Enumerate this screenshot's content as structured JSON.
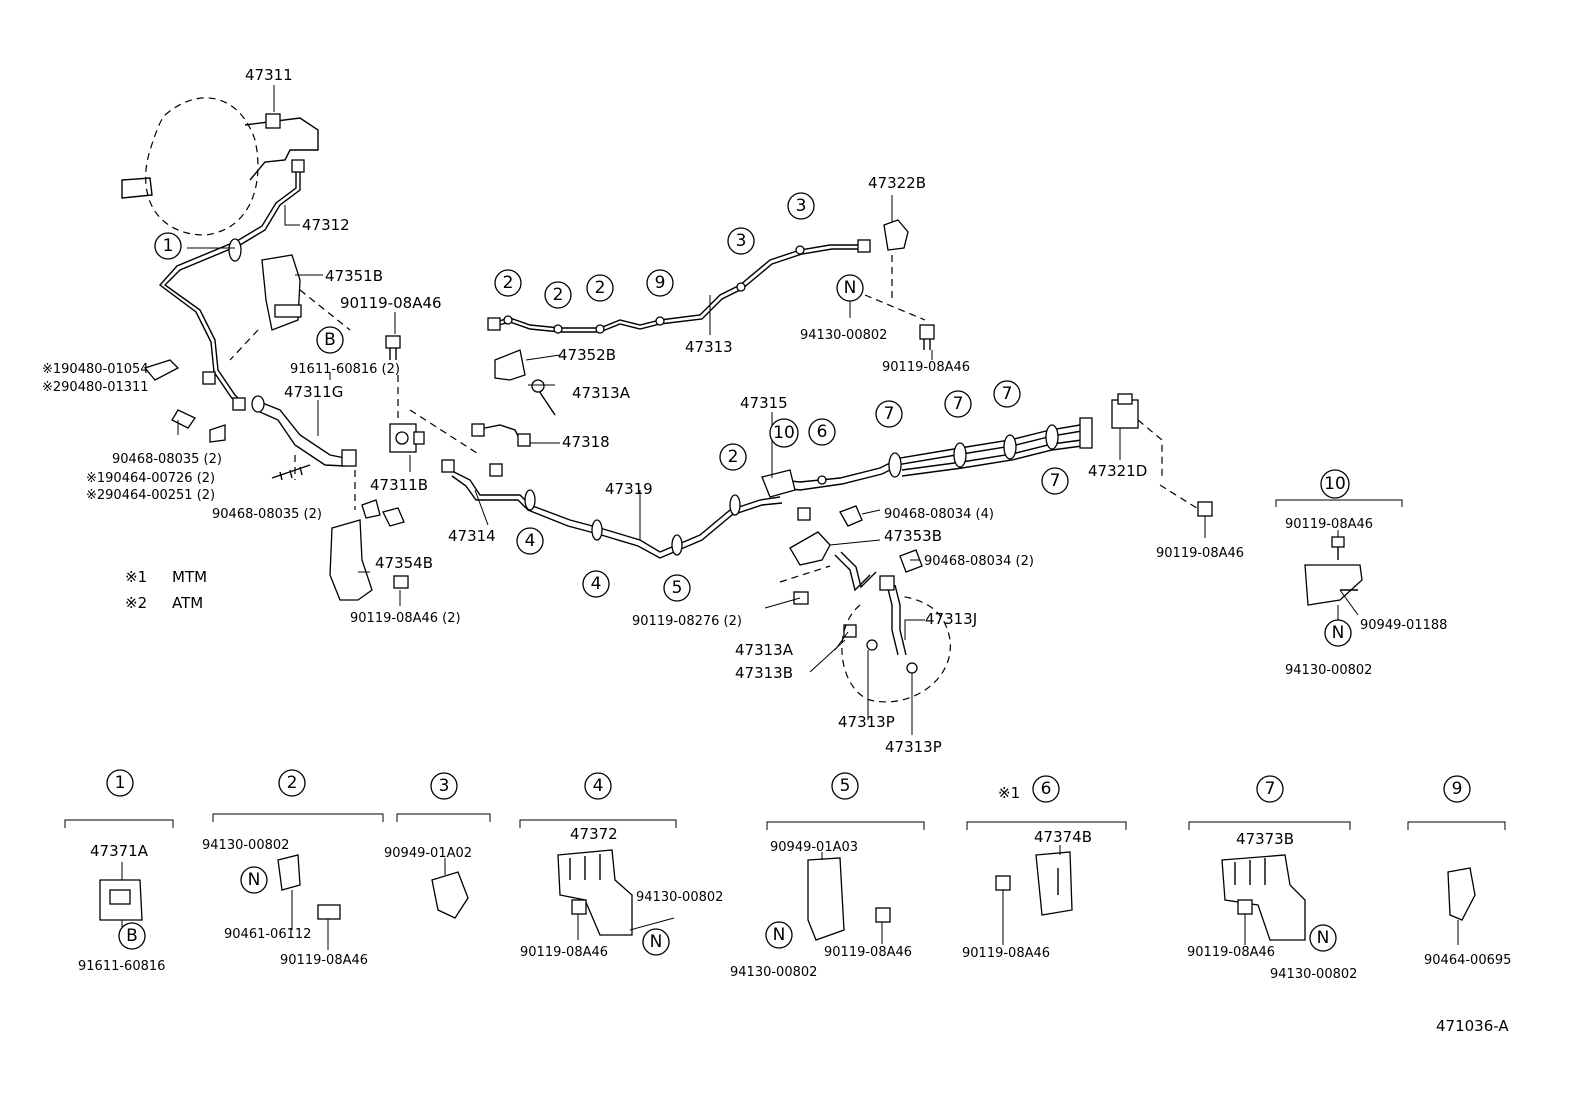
{
  "diagram_id": "471036-A",
  "notes": [
    {
      "mark": "※1",
      "text": "MTM"
    },
    {
      "mark": "※2",
      "text": "ATM"
    }
  ],
  "labels": {
    "p47311": "47311",
    "p47312": "47312",
    "p47351B": "47351B",
    "p90119_08A46_a": "90119-08A46",
    "p91611_60816_2": "91611-60816 (2)",
    "p47311G": "47311G",
    "p90480_01054": "※190480-01054",
    "p90480_01311": "※290480-01311",
    "p90468_08035_a": "90468-08035 (2)",
    "p90464_00726": "※190464-00726 (2)",
    "p90464_00251": "※290464-00251 (2)",
    "p90468_08035_b": "90468-08035 (2)",
    "p47311B": "47311B",
    "p47314": "47314",
    "p47354B": "47354B",
    "p90119_08A46_2": "90119-08A46 (2)",
    "p47352B": "47352B",
    "p47313A_a": "47313A",
    "p47318": "47318",
    "p47313": "47313",
    "p47322B": "47322B",
    "p94130_00802_a": "94130-00802",
    "p90119_08A46_b": "90119-08A46",
    "p47319": "47319",
    "p47315": "47315",
    "p90119_08276": "90119-08276 (2)",
    "p90468_08034_4": "90468-08034 (4)",
    "p47353B": "47353B",
    "p90468_08034_2": "90468-08034 (2)",
    "p47313J": "47313J",
    "p47313A_b": "47313A",
    "p47313B": "47313B",
    "p47313P_a": "47313P",
    "p47313P_b": "47313P",
    "p47321D": "47321D",
    "p90119_08A46_c": "90119-08A46",
    "p90119_08A46_d": "90119-08A46",
    "p90949_01188": "90949-01188",
    "p94130_00802_b": "94130-00802"
  },
  "callout_markers": {
    "one": "1",
    "two": "2",
    "three": "3",
    "four": "4",
    "five": "5",
    "six": "6",
    "seven": "7",
    "nine": "9",
    "ten": "10",
    "B": "B",
    "N": "N"
  },
  "detail_groups": [
    {
      "num": "1",
      "parts": [
        "47371A",
        "91611-60816"
      ],
      "marks": [
        "B"
      ]
    },
    {
      "num": "2",
      "parts": [
        "94130-00802",
        "90461-06112",
        "90119-08A46"
      ],
      "marks": [
        "N"
      ]
    },
    {
      "num": "3",
      "parts": [
        "90949-01A02"
      ],
      "marks": []
    },
    {
      "num": "4",
      "parts": [
        "47372",
        "94130-00802",
        "90119-08A46"
      ],
      "marks": [
        "N"
      ]
    },
    {
      "num": "5",
      "parts": [
        "90949-01A03",
        "94130-00802",
        "90119-08A46"
      ],
      "marks": [
        "N"
      ]
    },
    {
      "num": "6",
      "prefix": "※1",
      "parts": [
        "47374B",
        "90119-08A46"
      ],
      "marks": []
    },
    {
      "num": "7",
      "parts": [
        "47373B",
        "90119-08A46",
        "94130-00802"
      ],
      "marks": [
        "N"
      ]
    },
    {
      "num": "9",
      "parts": [
        "90464-00695"
      ],
      "marks": []
    }
  ]
}
